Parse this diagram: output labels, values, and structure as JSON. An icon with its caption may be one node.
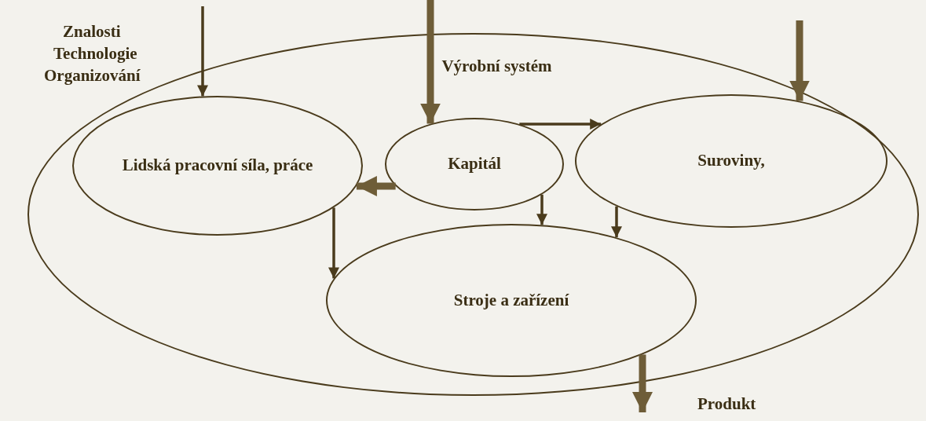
{
  "diagram": {
    "nodes": [
      {
        "text": [
          "Výrobní systém"
        ]
      },
      {
        "text": [
          "Lidská pracovní síla, práce"
        ],
        "in": 0
      },
      {
        "text": [
          "Kapitál"
        ],
        "in": 0
      },
      {
        "text": [
          "Suroviny,"
        ],
        "in": 0
      },
      {
        "text": [
          "Stroje a zařízení"
        ],
        "in": 0
      }
    ],
    "edges": [
      {
        "from": null,
        "to": 1,
        "arrow": "to"
      },
      {
        "from": null,
        "to": 2,
        "arrow": "to",
        "style": "thick"
      },
      {
        "from": null,
        "to": 3,
        "arrow": "to",
        "style": "thick"
      },
      {
        "from": 2,
        "to": 3,
        "arrow": "to"
      },
      {
        "from": 2,
        "to": 1,
        "arrow": "to",
        "style": "thick"
      },
      {
        "from": 2,
        "to": 4,
        "arrow": "to"
      },
      {
        "from": 3,
        "to": 4,
        "arrow": "to"
      },
      {
        "from": 1,
        "to": 4,
        "arrow": "to"
      },
      {
        "from": 4,
        "to": null,
        "arrow": "to",
        "style": "thick"
      }
    ],
    "labels": [
      "Znalosti",
      "Technologie",
      "Organizování",
      "Produkt"
    ]
  }
}
